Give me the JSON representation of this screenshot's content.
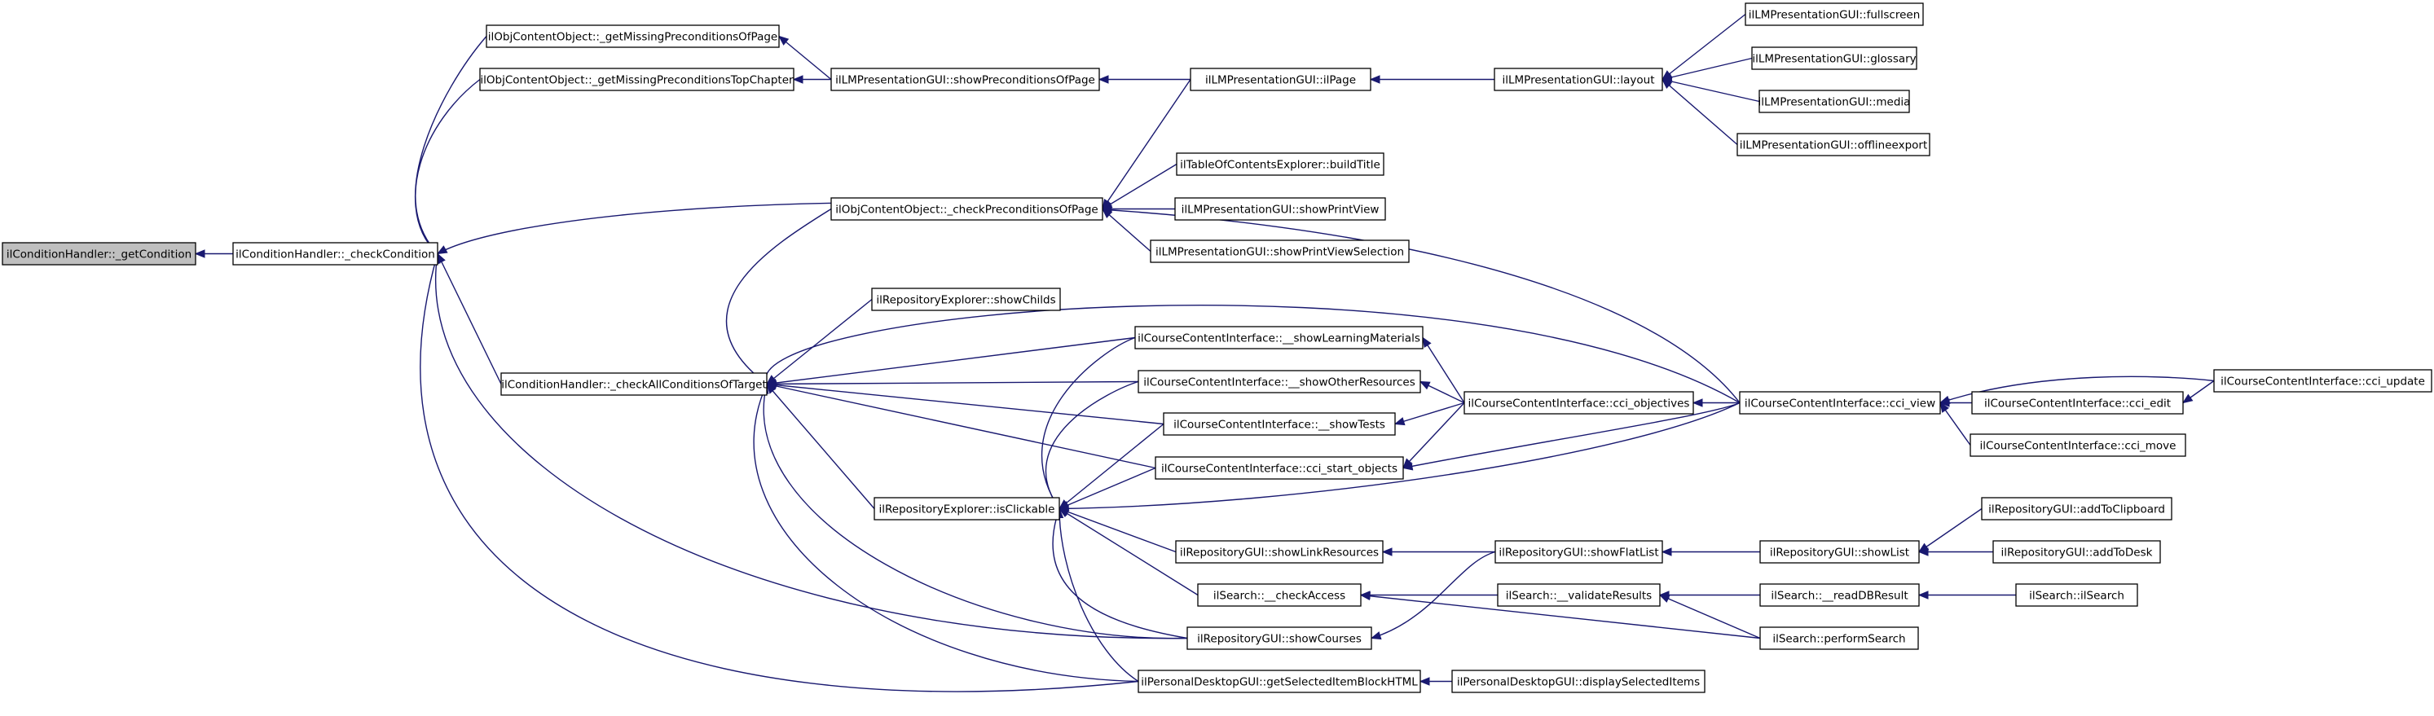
{
  "diagram": {
    "colors": {
      "edge": "#191970",
      "root_fill": "#bfbfbf",
      "node_fill": "#ffffff",
      "border": "#000000"
    },
    "nodes": [
      {
        "id": "n_getCondition",
        "label": "ilConditionHandler::_getCondition",
        "root": true
      },
      {
        "id": "n_checkCondition",
        "label": "ilConditionHandler::_checkCondition"
      },
      {
        "id": "n_getMissingPrecPage",
        "label": "ilObjContentObject::_getMissingPreconditionsOfPage"
      },
      {
        "id": "n_getMissingPrecTopCh",
        "label": "ilObjContentObject::_getMissingPreconditionsTopChapter"
      },
      {
        "id": "n_checkAllConditions",
        "label": "ilConditionHandler::_checkAllConditionsOfTarget"
      },
      {
        "id": "n_lmShowPrec",
        "label": "ilLMPresentationGUI::showPreconditionsOfPage"
      },
      {
        "id": "n_checkPrecPage",
        "label": "ilObjContentObject::_checkPreconditionsOfPage"
      },
      {
        "id": "n_repExpShowChilds",
        "label": "ilRepositoryExplorer::showChilds"
      },
      {
        "id": "n_repExpIsClickable",
        "label": "ilRepositoryExplorer::isClickable"
      },
      {
        "id": "n_lmIlPage",
        "label": "ilLMPresentationGUI::ilPage"
      },
      {
        "id": "n_tocBuildTitle",
        "label": "ilTableOfContentsExplorer::buildTitle"
      },
      {
        "id": "n_lmShowPrintView",
        "label": "ilLMPresentationGUI::showPrintView"
      },
      {
        "id": "n_lmShowPrintViewSel",
        "label": "ilLMPresentationGUI::showPrintViewSelection"
      },
      {
        "id": "n_cciShowLM",
        "label": "ilCourseContentInterface::__showLearningMaterials"
      },
      {
        "id": "n_cciShowOther",
        "label": "ilCourseContentInterface::__showOtherResources"
      },
      {
        "id": "n_cciShowTests",
        "label": "ilCourseContentInterface::__showTests"
      },
      {
        "id": "n_cciStartObjects",
        "label": "ilCourseContentInterface::cci_start_objects"
      },
      {
        "id": "n_repGuiShowLinkRes",
        "label": "ilRepositoryGUI::showLinkResources"
      },
      {
        "id": "n_searchCheckAccess",
        "label": "ilSearch::__checkAccess"
      },
      {
        "id": "n_repGuiShowCourses",
        "label": "ilRepositoryGUI::showCourses"
      },
      {
        "id": "n_pdGetSelBlock",
        "label": "ilPersonalDesktopGUI::getSelectedItemBlockHTML"
      },
      {
        "id": "n_lmLayout",
        "label": "ilLMPresentationGUI::layout"
      },
      {
        "id": "n_cciObjectives",
        "label": "ilCourseContentInterface::cci_objectives"
      },
      {
        "id": "n_repGuiShowFlatList",
        "label": "ilRepositoryGUI::showFlatList"
      },
      {
        "id": "n_searchValidate",
        "label": "ilSearch::__validateResults"
      },
      {
        "id": "n_pdDisplaySel",
        "label": "ilPersonalDesktopGUI::displaySelectedItems"
      },
      {
        "id": "n_lmFullscreen",
        "label": "ilLMPresentationGUI::fullscreen"
      },
      {
        "id": "n_lmGlossary",
        "label": "ilLMPresentationGUI::glossary"
      },
      {
        "id": "n_lmMedia",
        "label": "ilLMPresentationGUI::media"
      },
      {
        "id": "n_lmOfflineExport",
        "label": "ilLMPresentationGUI::offlineexport"
      },
      {
        "id": "n_cciView",
        "label": "ilCourseContentInterface::cci_view"
      },
      {
        "id": "n_repGuiShowList",
        "label": "ilRepositoryGUI::showList"
      },
      {
        "id": "n_searchReadDB",
        "label": "ilSearch::__readDBResult"
      },
      {
        "id": "n_searchPerform",
        "label": "ilSearch::performSearch"
      },
      {
        "id": "n_cciEdit",
        "label": "ilCourseContentInterface::cci_edit"
      },
      {
        "id": "n_cciMove",
        "label": "ilCourseContentInterface::cci_move"
      },
      {
        "id": "n_repGuiAddClipboard",
        "label": "ilRepositoryGUI::addToClipboard"
      },
      {
        "id": "n_repGuiAddDesk",
        "label": "ilRepositoryGUI::addToDesk"
      },
      {
        "id": "n_searchIlSearch",
        "label": "ilSearch::ilSearch"
      },
      {
        "id": "n_cciUpdate",
        "label": "ilCourseContentInterface::cci_update"
      }
    ],
    "edges": [
      {
        "from": "n_getCondition",
        "to": "n_checkCondition"
      },
      {
        "from": "n_checkCondition",
        "to": "n_getMissingPrecPage"
      },
      {
        "from": "n_checkCondition",
        "to": "n_getMissingPrecTopCh"
      },
      {
        "from": "n_checkCondition",
        "to": "n_cciView"
      },
      {
        "from": "n_checkCondition",
        "to": "n_checkAllConditions"
      },
      {
        "from": "n_checkCondition",
        "to": "n_repGuiShowCourses"
      },
      {
        "from": "n_checkCondition",
        "to": "n_pdGetSelBlock"
      },
      {
        "from": "n_getMissingPrecPage",
        "to": "n_lmShowPrec"
      },
      {
        "from": "n_getMissingPrecTopCh",
        "to": "n_lmShowPrec"
      },
      {
        "from": "n_lmShowPrec",
        "to": "n_lmIlPage"
      },
      {
        "from": "n_lmIlPage",
        "to": "n_lmLayout"
      },
      {
        "from": "n_lmLayout",
        "to": "n_lmFullscreen"
      },
      {
        "from": "n_lmLayout",
        "to": "n_lmGlossary"
      },
      {
        "from": "n_lmLayout",
        "to": "n_lmMedia"
      },
      {
        "from": "n_lmLayout",
        "to": "n_lmOfflineExport"
      },
      {
        "from": "n_checkAllConditions",
        "to": "n_checkPrecPage"
      },
      {
        "from": "n_checkAllConditions",
        "to": "n_cciView"
      },
      {
        "from": "n_checkAllConditions",
        "to": "n_repExpShowChilds"
      },
      {
        "from": "n_checkAllConditions",
        "to": "n_cciShowLM"
      },
      {
        "from": "n_checkAllConditions",
        "to": "n_cciShowOther"
      },
      {
        "from": "n_checkAllConditions",
        "to": "n_cciShowTests"
      },
      {
        "from": "n_checkAllConditions",
        "to": "n_cciStartObjects"
      },
      {
        "from": "n_checkAllConditions",
        "to": "n_repExpIsClickable"
      },
      {
        "from": "n_checkAllConditions",
        "to": "n_repGuiShowCourses"
      },
      {
        "from": "n_checkAllConditions",
        "to": "n_pdGetSelBlock"
      },
      {
        "from": "n_checkPrecPage",
        "to": "n_lmIlPage"
      },
      {
        "from": "n_checkPrecPage",
        "to": "n_tocBuildTitle"
      },
      {
        "from": "n_checkPrecPage",
        "to": "n_lmShowPrintView"
      },
      {
        "from": "n_checkPrecPage",
        "to": "n_lmShowPrintViewSel"
      },
      {
        "from": "n_repExpIsClickable",
        "to": "n_cciShowLM"
      },
      {
        "from": "n_repExpIsClickable",
        "to": "n_cciShowOther"
      },
      {
        "from": "n_repExpIsClickable",
        "to": "n_cciShowTests"
      },
      {
        "from": "n_repExpIsClickable",
        "to": "n_cciStartObjects"
      },
      {
        "from": "n_repExpIsClickable",
        "to": "n_cciView"
      },
      {
        "from": "n_repExpIsClickable",
        "to": "n_repGuiShowLinkRes"
      },
      {
        "from": "n_repExpIsClickable",
        "to": "n_searchCheckAccess"
      },
      {
        "from": "n_repExpIsClickable",
        "to": "n_repGuiShowCourses"
      },
      {
        "from": "n_repExpIsClickable",
        "to": "n_pdGetSelBlock"
      },
      {
        "from": "n_cciShowLM",
        "to": "n_cciObjectives"
      },
      {
        "from": "n_cciShowOther",
        "to": "n_cciObjectives"
      },
      {
        "from": "n_cciShowTests",
        "to": "n_cciObjectives"
      },
      {
        "from": "n_cciStartObjects",
        "to": "n_cciObjectives"
      },
      {
        "from": "n_cciStartObjects",
        "to": "n_cciView"
      },
      {
        "from": "n_cciObjectives",
        "to": "n_cciView"
      },
      {
        "from": "n_cciView",
        "to": "n_cciEdit"
      },
      {
        "from": "n_cciView",
        "to": "n_cciUpdate"
      },
      {
        "from": "n_cciView",
        "to": "n_cciMove"
      },
      {
        "from": "n_cciEdit",
        "to": "n_cciUpdate"
      },
      {
        "from": "n_repGuiShowLinkRes",
        "to": "n_repGuiShowFlatList"
      },
      {
        "from": "n_repGuiShowCourses",
        "to": "n_repGuiShowFlatList"
      },
      {
        "from": "n_repGuiShowFlatList",
        "to": "n_repGuiShowList"
      },
      {
        "from": "n_repGuiShowList",
        "to": "n_repGuiAddClipboard"
      },
      {
        "from": "n_repGuiShowList",
        "to": "n_repGuiAddDesk"
      },
      {
        "from": "n_searchCheckAccess",
        "to": "n_searchValidate"
      },
      {
        "from": "n_searchCheckAccess",
        "to": "n_searchPerform"
      },
      {
        "from": "n_searchValidate",
        "to": "n_searchReadDB"
      },
      {
        "from": "n_searchValidate",
        "to": "n_searchPerform"
      },
      {
        "from": "n_searchReadDB",
        "to": "n_searchIlSearch"
      },
      {
        "from": "n_pdGetSelBlock",
        "to": "n_pdDisplaySel"
      }
    ]
  }
}
